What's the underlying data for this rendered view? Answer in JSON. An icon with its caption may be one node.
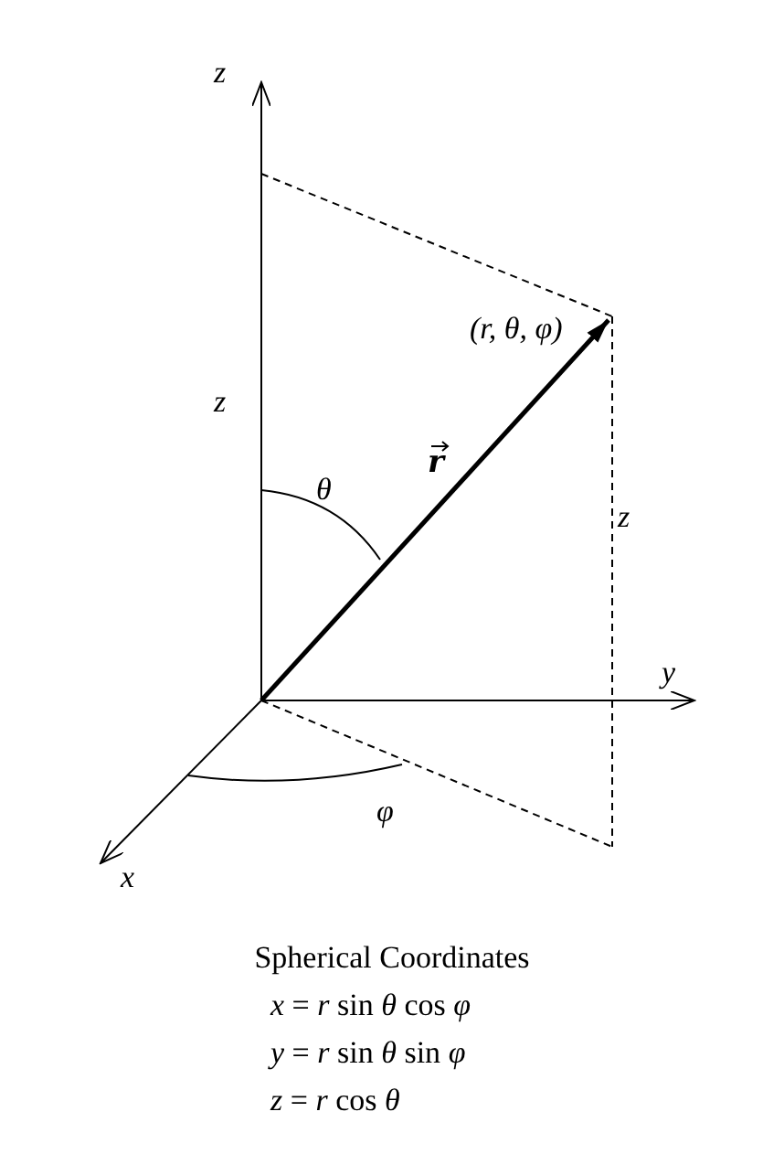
{
  "diagram": {
    "caption": "Spherical Coordinates",
    "labels": [
      "z",
      "(r, θ, φ)",
      "z",
      "θ",
      "r",
      "z",
      "y",
      "φ",
      "x",
      "*x* = *r* sin *θ* cos *φ*",
      "*y* = *r* sin *θ* sin *φ*",
      "*z* = *r* cos *θ*"
    ]
  }
}
